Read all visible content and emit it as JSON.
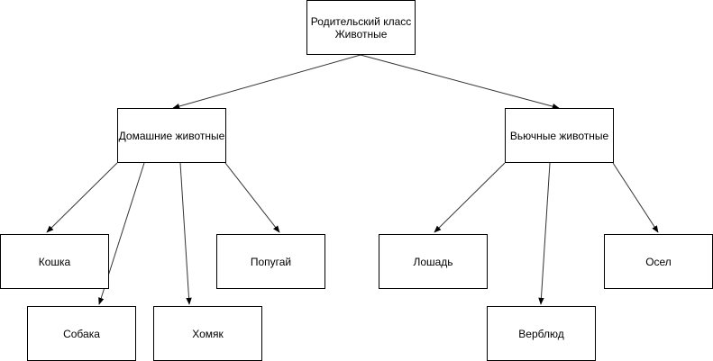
{
  "diagram": {
    "nodes": {
      "root": {
        "line1": "Родительский класс",
        "line2": "Животные"
      },
      "domestic": {
        "label": "Домашние животные"
      },
      "pack": {
        "label": "Вьючные животные"
      },
      "cat": {
        "label": "Кошка"
      },
      "dog": {
        "label": "Собака"
      },
      "hamster": {
        "label": "Хомяк"
      },
      "parrot": {
        "label": "Попугай"
      },
      "horse": {
        "label": "Лошадь"
      },
      "camel": {
        "label": "Верблюд"
      },
      "donkey": {
        "label": "Осел"
      }
    },
    "edges": [
      {
        "from": "root",
        "to": "domestic"
      },
      {
        "from": "root",
        "to": "pack"
      },
      {
        "from": "domestic",
        "to": "cat"
      },
      {
        "from": "domestic",
        "to": "dog"
      },
      {
        "from": "domestic",
        "to": "hamster"
      },
      {
        "from": "domestic",
        "to": "parrot"
      },
      {
        "from": "pack",
        "to": "horse"
      },
      {
        "from": "pack",
        "to": "camel"
      },
      {
        "from": "pack",
        "to": "donkey"
      }
    ],
    "line_color": "#333333"
  }
}
